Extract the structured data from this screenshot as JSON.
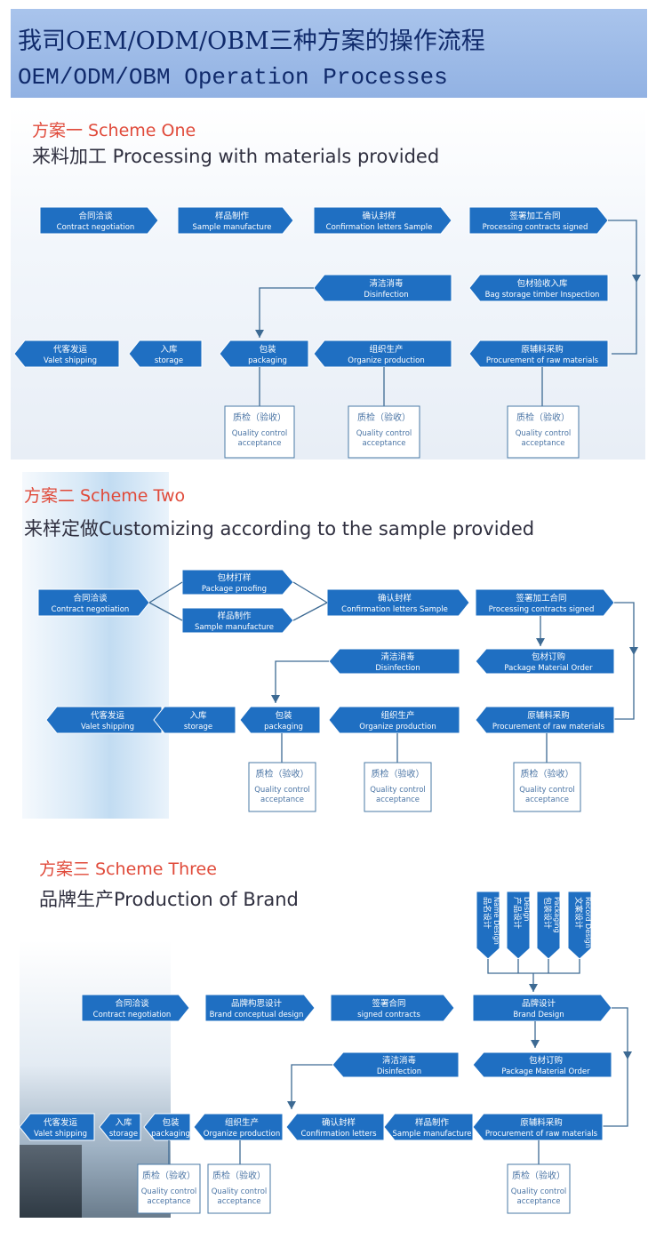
{
  "header": {
    "title_cn": "我司OEM/ODM/OBM三种方案的操作流程",
    "title_en": "OEM/ODM/OBM Operation Processes"
  },
  "scheme1": {
    "heading": "方案一 Scheme One",
    "subheading": "来料加工 Processing with materials provided"
  },
  "scheme2": {
    "heading": "方案二 Scheme Two",
    "subheading": "来样定做Customizing according to the sample provided"
  },
  "scheme3": {
    "heading": "方案三 Scheme Three",
    "subheading": "品牌生产Production of Brand"
  },
  "labels": {
    "contract": [
      "合同洽谈",
      "Contract negotiation"
    ],
    "sample_manu": [
      "样品制作",
      "Sample manufacture"
    ],
    "confirm": [
      "确认封样",
      "Confirmation letters Sample"
    ],
    "confirm_short": [
      "确认封样",
      "Confirmation letters"
    ],
    "proc_signed": [
      "签署加工合同",
      "Processing contracts signed"
    ],
    "bag_storage": [
      "包材验收入库",
      "Bag storage timber Inspection"
    ],
    "disinfection": [
      "清洁消毒",
      "Disinfection"
    ],
    "raw": [
      "原辅料采购",
      "Procurement of raw materials"
    ],
    "organize": [
      "组织生产",
      "Organize production"
    ],
    "packaging": [
      "包装",
      "packaging"
    ],
    "storage": [
      "入库",
      "storage"
    ],
    "valet": [
      "代客发运",
      "Valet shipping"
    ],
    "qc": [
      "质检（验收）",
      "Quality control",
      "acceptance"
    ],
    "pkg_proof": [
      "包材打样",
      "Package proofing"
    ],
    "pkg_order": [
      "包材订购",
      "Package Material Order"
    ],
    "brand_concept": [
      "品牌构思设计",
      "Brand conceptual design"
    ],
    "signed_contracts": [
      "签署合同",
      "signed contracts"
    ],
    "brand_design": [
      "品牌设计",
      "Brand Design"
    ],
    "name_design": [
      "品名设计",
      "Name Design"
    ],
    "pkg_design": [
      "产品设计",
      "Design"
    ],
    "packaging_design": [
      "包装设计",
      "Packaging"
    ],
    "record_design": [
      "文案设计",
      "Record Design"
    ]
  },
  "colors": {
    "arrow_fill": "#1f6fc2",
    "arrow_fill_dark": "#155ea8",
    "line": "#3d6a93",
    "qc_border": "#4a7aa6",
    "qc_text": "#4b75a5"
  }
}
